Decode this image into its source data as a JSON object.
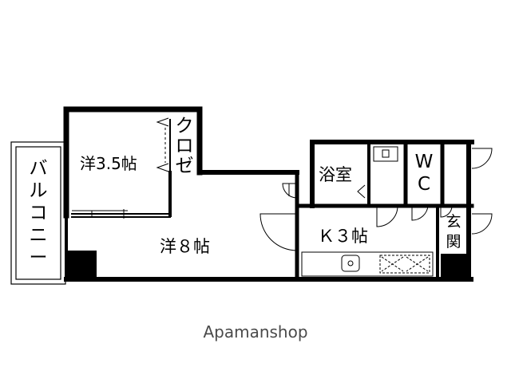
{
  "rooms": {
    "western_small": "洋3.5帖",
    "closet": [
      "ク",
      "ロ",
      "ゼ"
    ],
    "bath": "浴室",
    "wc": [
      "W",
      "C"
    ],
    "balcony": [
      "バ",
      "ル",
      "コ",
      "ニ",
      "ー"
    ],
    "western_large": "洋８帖",
    "kitchen": "Ｋ３帖",
    "entrance": [
      "玄",
      "関"
    ]
  },
  "watermark": "Apamanshop"
}
